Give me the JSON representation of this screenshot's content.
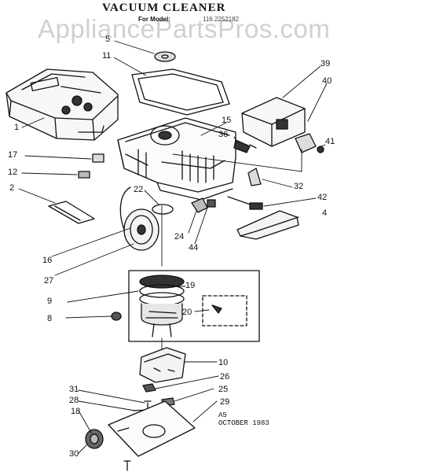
{
  "header": {
    "title": "VACUUM CLEANER",
    "model_label": "For Model:",
    "model_number": "116.2252182"
  },
  "watermark": "AppliancePartsPros.com",
  "callouts": [
    "5",
    "11",
    "39",
    "40",
    "1",
    "15",
    "36",
    "41",
    "17",
    "12",
    "2",
    "22",
    "32",
    "42",
    "4",
    "16",
    "24",
    "44",
    "27",
    "9",
    "19",
    "8",
    "20",
    "10",
    "26",
    "31",
    "28",
    "25",
    "18",
    "29",
    "30"
  ],
  "footnote": {
    "line1": "A5",
    "line2": "OCTOBER 1983"
  },
  "colors": {
    "ink": "#111111",
    "watermark": "#969696",
    "paper": "#ffffff"
  }
}
